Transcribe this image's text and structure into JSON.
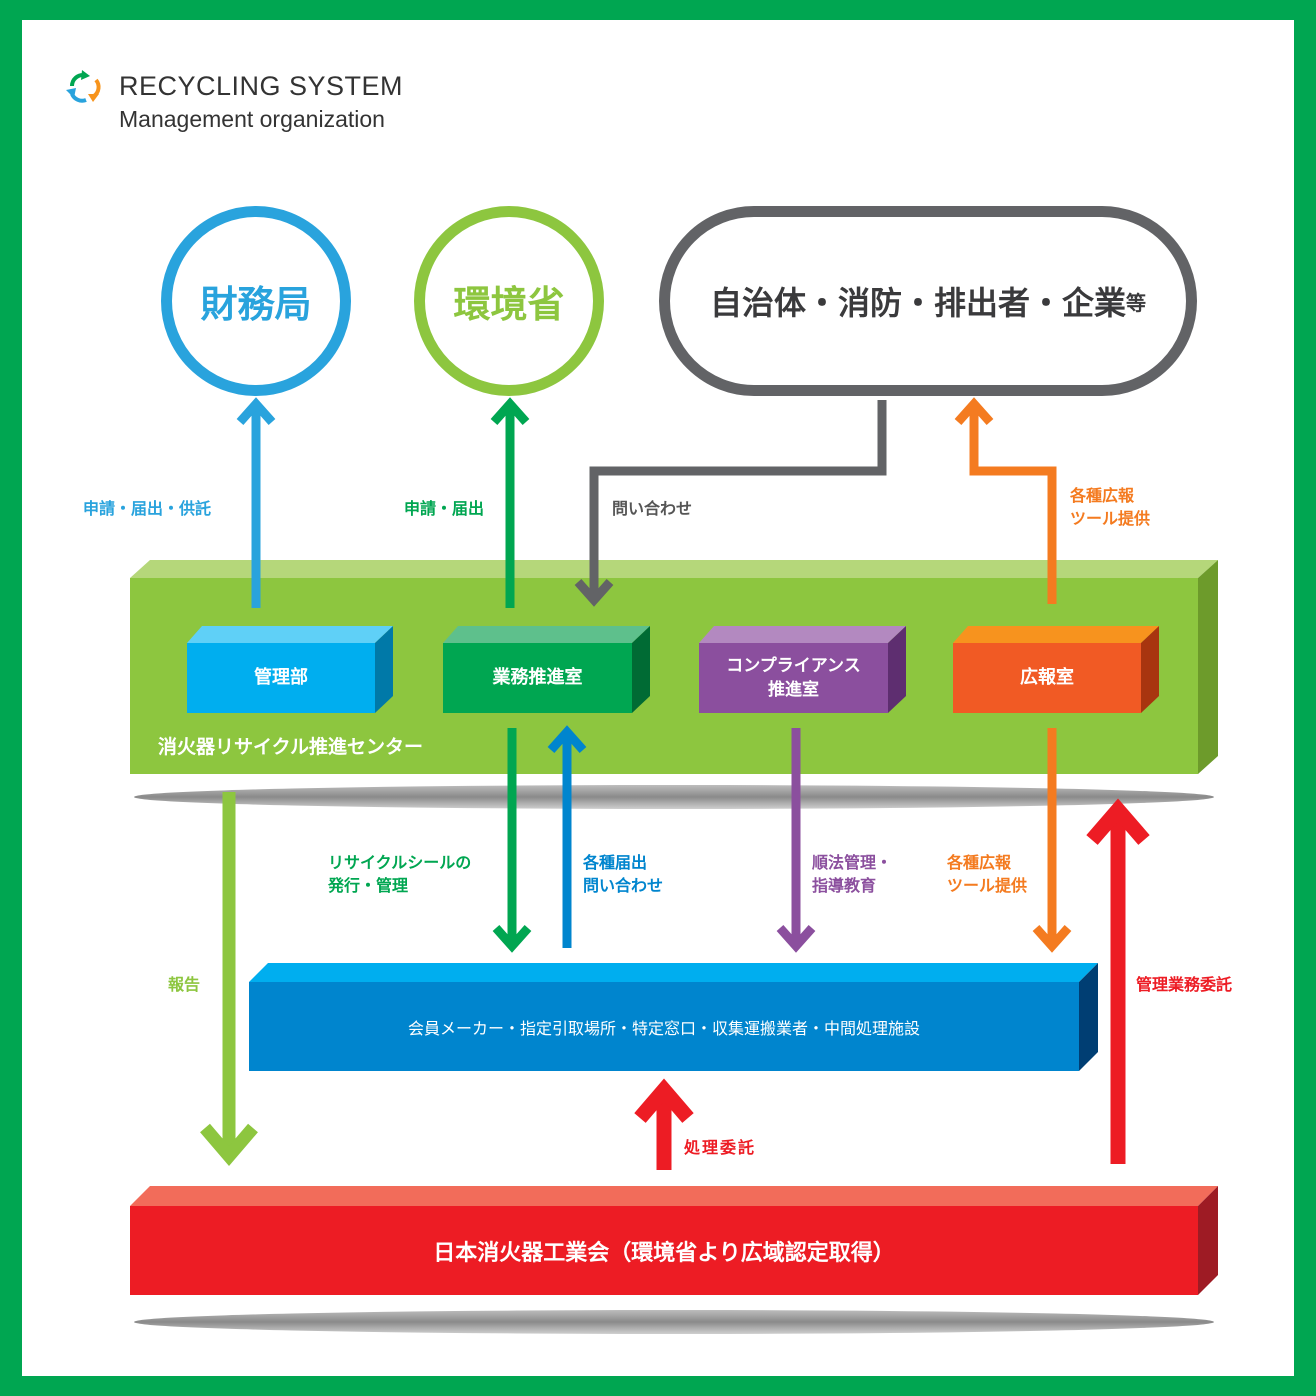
{
  "header": {
    "title": "RECYCLING SYSTEM",
    "subtitle": "Management organization",
    "icon": "recycle-icon"
  },
  "top_entities": {
    "finance_bureau": "財務局",
    "env_ministry": "環境省",
    "stakeholders": "自治体・消防・排出者・企業",
    "stakeholders_suffix": "等"
  },
  "center": {
    "name": "消火器リサイクル推進センター",
    "departments": [
      {
        "name": "管理部",
        "color": "#00aeef"
      },
      {
        "name": "業務推進室",
        "color": "#00a651"
      },
      {
        "name": "コンプライアンス\n推進室",
        "color": "#8b4f9e"
      },
      {
        "name": "広報室",
        "color": "#f15a24"
      }
    ]
  },
  "members": "会員メーカー・指定引取場所・特定窓口・収集運搬業者・中間処理施設",
  "association": "日本消火器工業会（環境省より広域認定取得）",
  "labels": {
    "to_finance": "申請・届出・供託",
    "to_env": "申請・届出",
    "inquiry": "問い合わせ",
    "pr_tools_top": "各種広報\nツール提供",
    "seal": "リサイクルシールの\n発行・管理",
    "notifications": "各種届出\n問い合わせ",
    "compliance": "順法管理・\n指導教育",
    "pr_tools_bottom": "各種広報\nツール提供",
    "report": "報告",
    "mgmt_outsource": "管理業務委託",
    "processing_outsource": "処理委託"
  },
  "colors": {
    "frame": "#00a651",
    "finance": "#29a3dd",
    "env": "#8dc63f",
    "stakeholders": "#626366",
    "center_bar": "#8dc63f",
    "member_bar": "#0085ce",
    "association_bar": "#ed1c24",
    "arrow_red": "#ed1c24",
    "arrow_orange": "#f47b20",
    "arrow_purple": "#8b4f9e",
    "arrow_green": "#00a651",
    "arrow_blue": "#0085ce",
    "arrow_light_green": "#8dc63f"
  }
}
